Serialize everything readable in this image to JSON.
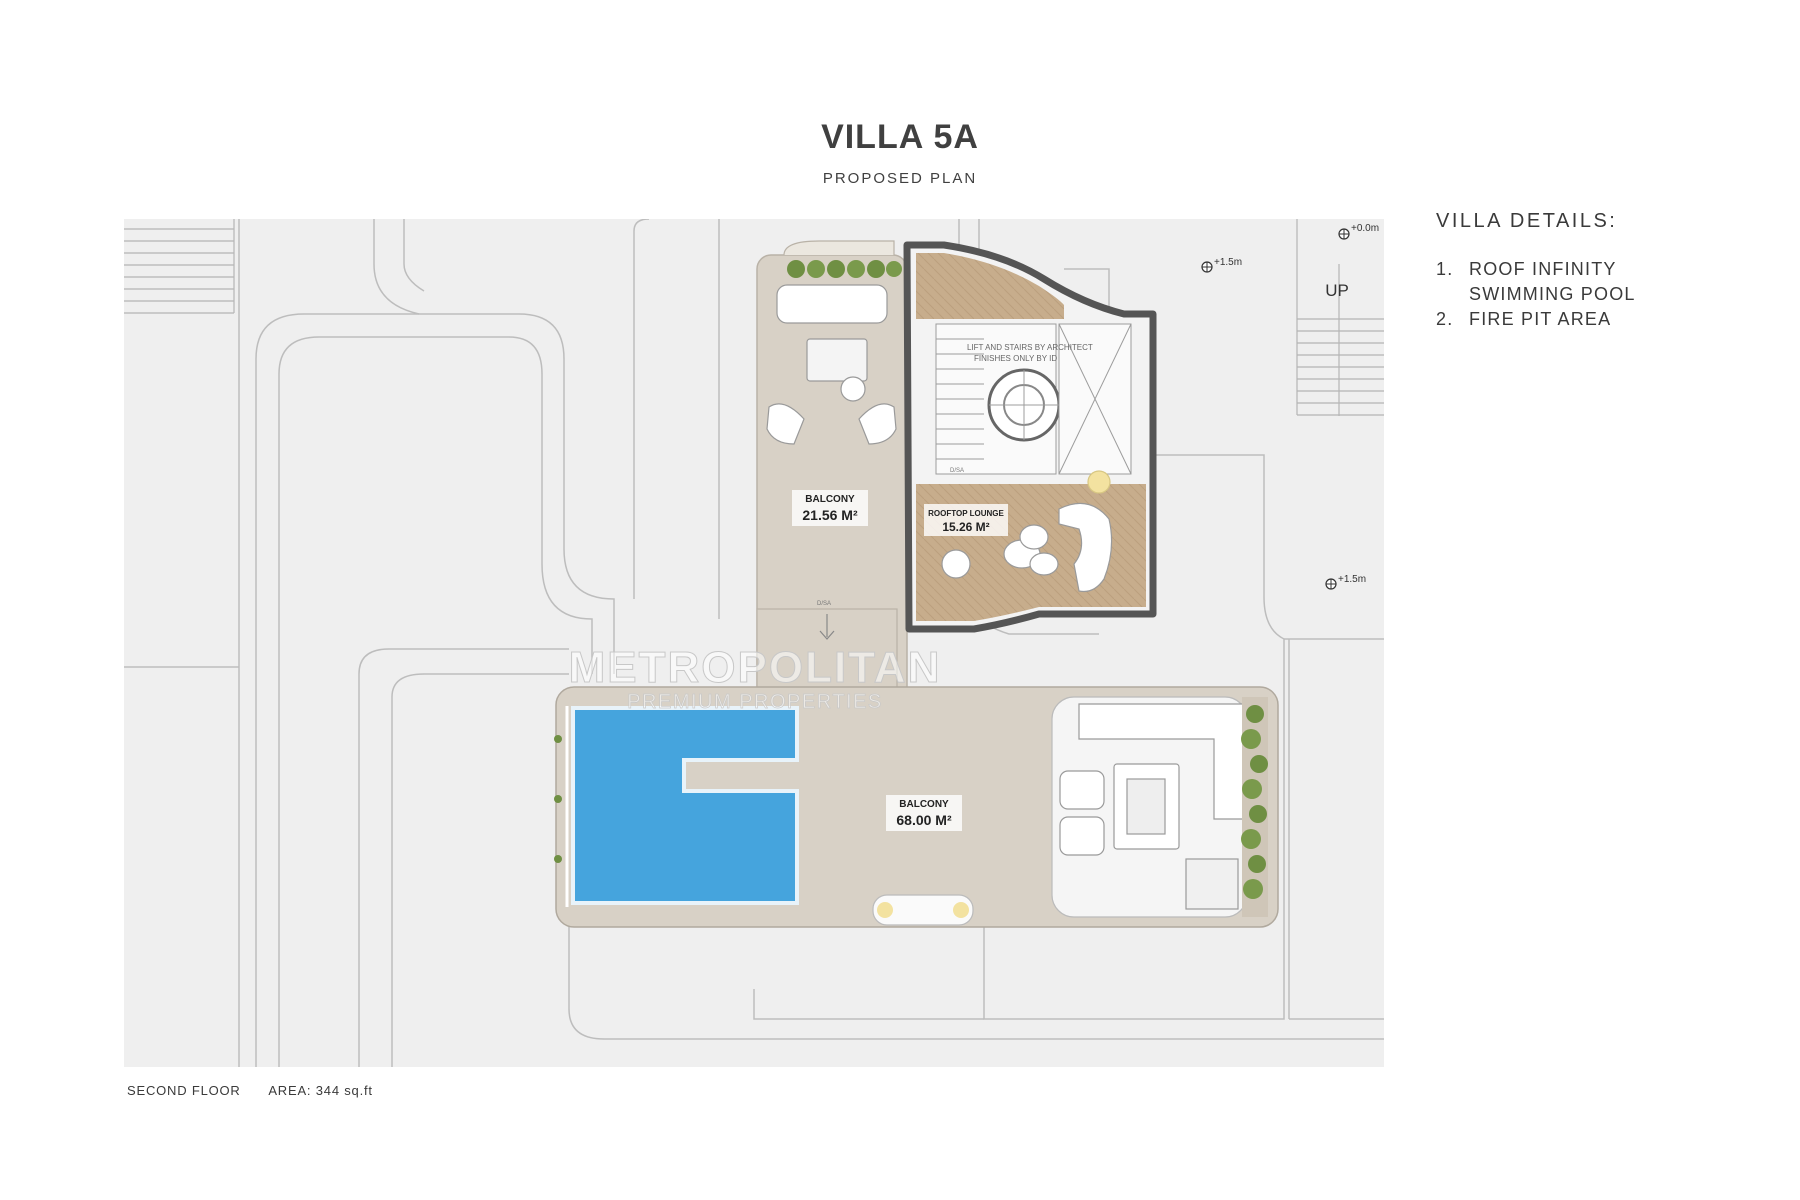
{
  "header": {
    "title": "VILLA 5A",
    "subtitle": "PROPOSED PLAN"
  },
  "plan": {
    "watermark_main": "METROPOLITAN",
    "watermark_sub": "PREMIUM PROPERTIES",
    "rooms": [
      {
        "name": "BALCONY",
        "area": "21.56 M²"
      },
      {
        "name": "ROOFTOP LOUNGE",
        "area": "15.26 M²"
      },
      {
        "name": "BALCONY",
        "area": "68.00 M²"
      }
    ],
    "stair_note_line1": "LIFT AND STAIRS BY ARCHITECT",
    "stair_note_line2": "FINISHES ONLY BY ID",
    "level_markers": [
      "+0.0m",
      "+1.5m",
      "+1.5m"
    ],
    "direction_label": "UP",
    "door_tags": [
      "D/SA",
      "D/SA"
    ],
    "colors": {
      "site": "#efefef",
      "stone": "#d8d1c6",
      "wood": "#c7ad8c",
      "pool": "#45a4dd",
      "wall": "#555555",
      "plant": "#6f8f43"
    }
  },
  "details": {
    "heading": "VILLA DETAILS:",
    "items": [
      {
        "num": "1.",
        "text": "ROOF INFINITY SWIMMING POOL"
      },
      {
        "num": "2.",
        "text": "FIRE PIT AREA"
      }
    ]
  },
  "footer": {
    "floor": "SECOND FLOOR",
    "area": "AREA: 344 sq.ft"
  }
}
